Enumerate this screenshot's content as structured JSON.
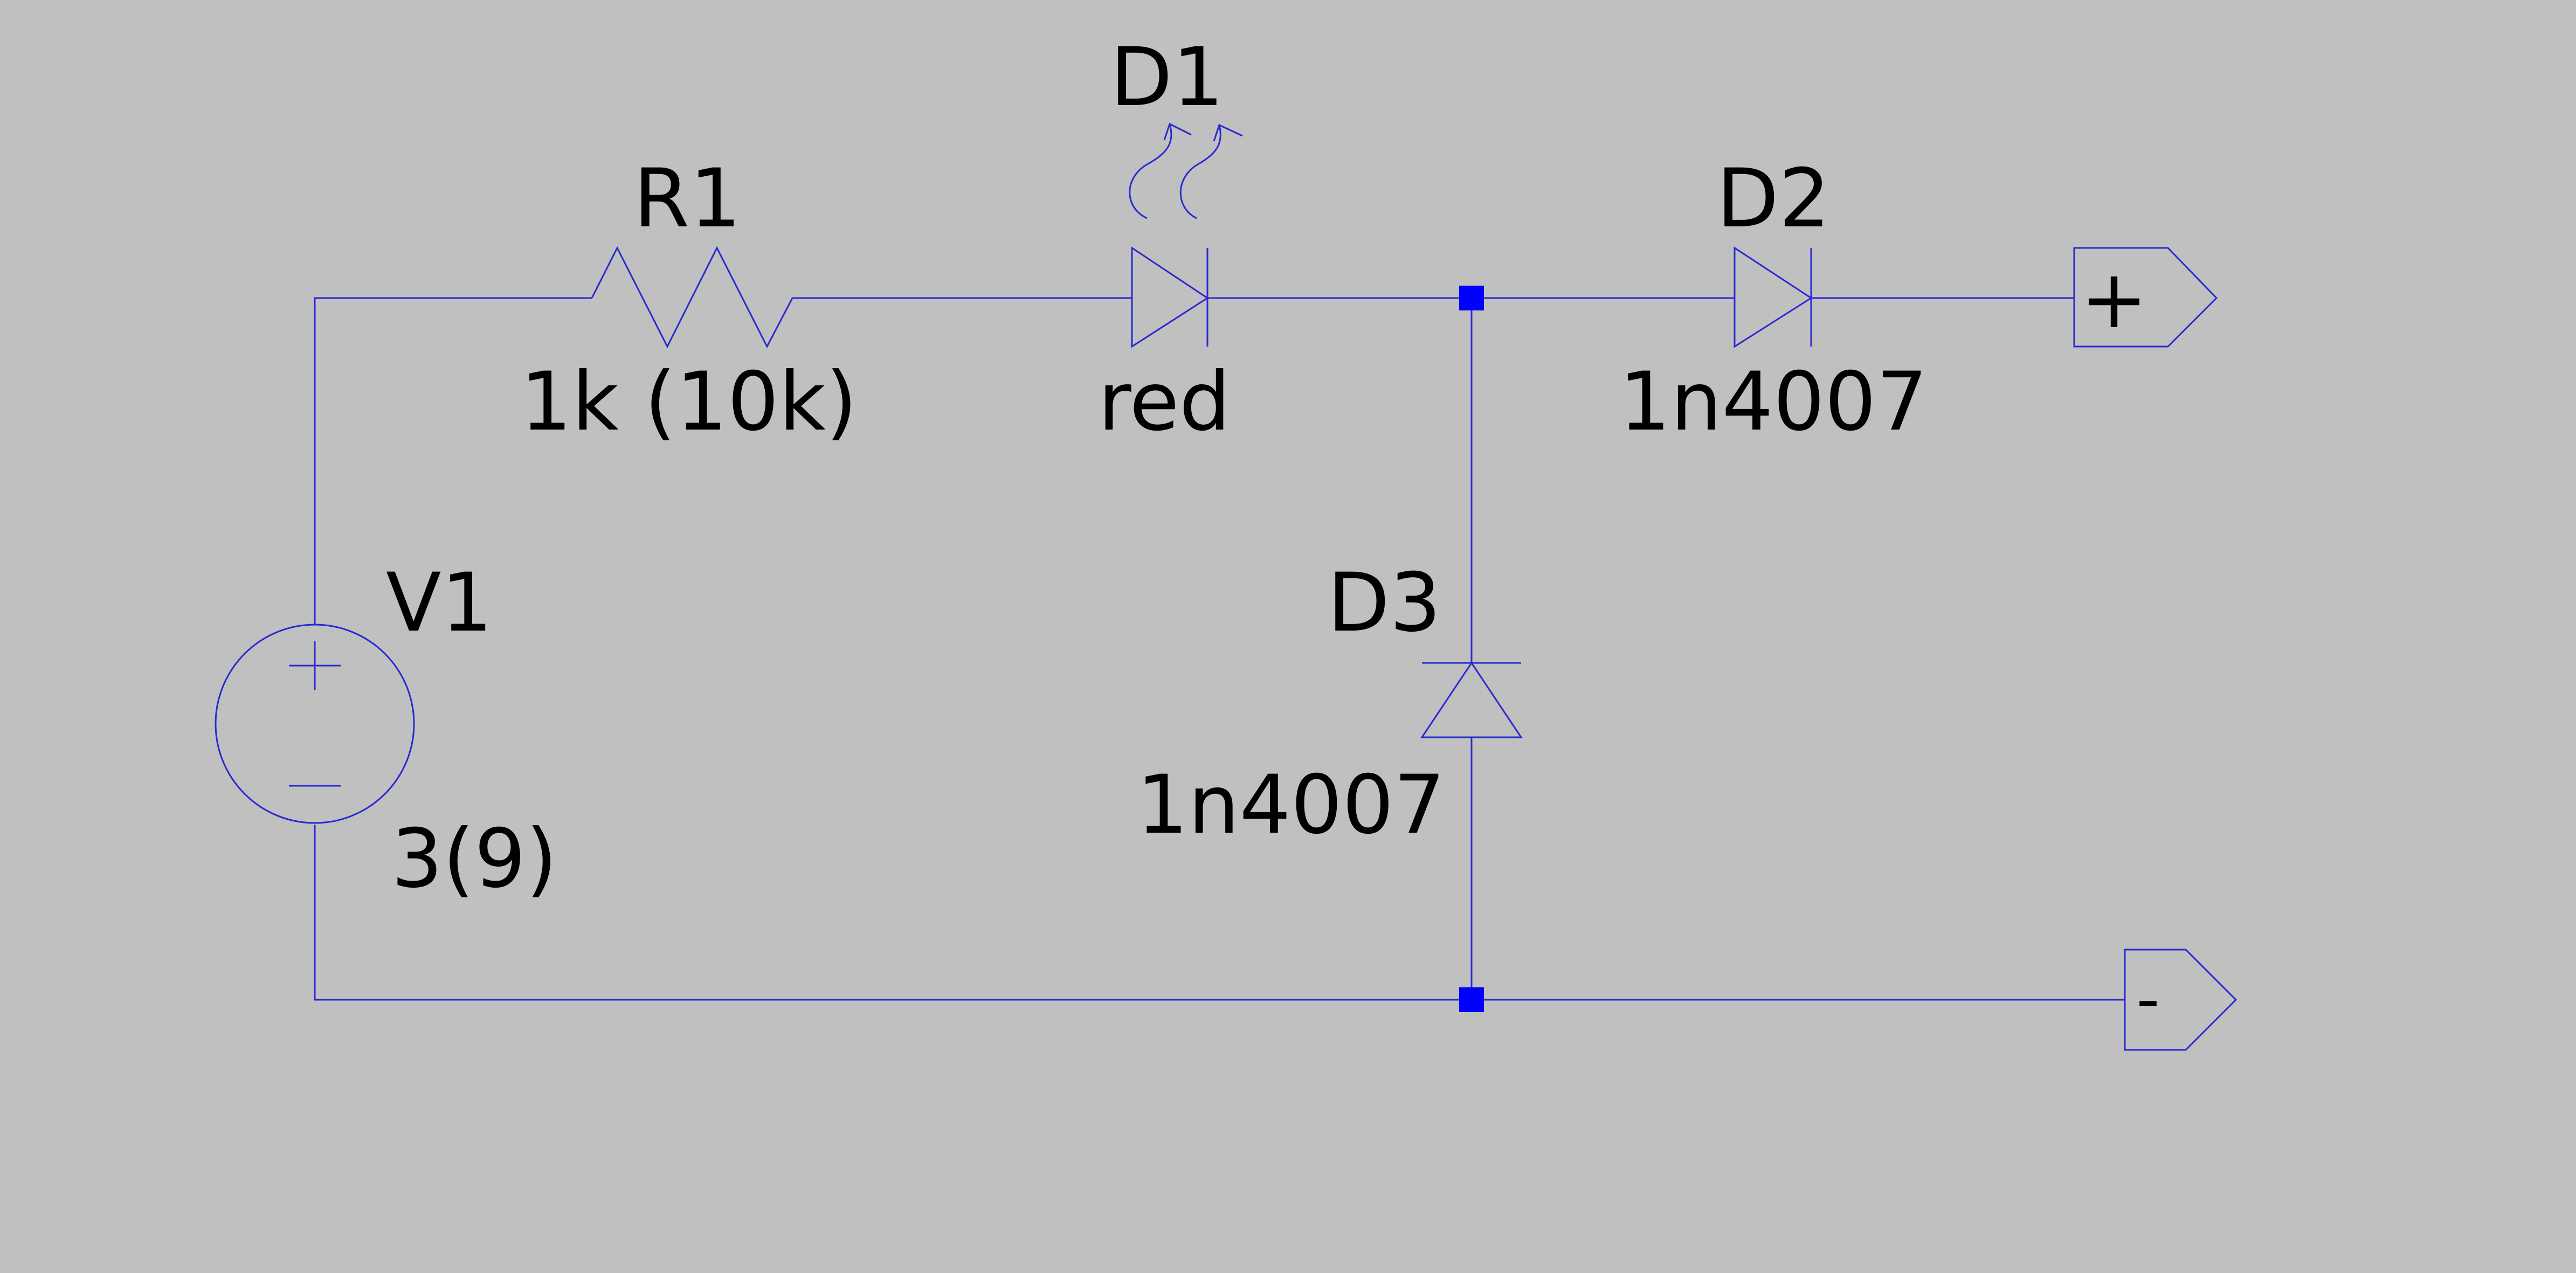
{
  "schematic": {
    "colors": {
      "background": "#c0c0c0",
      "wire": "#2a2ad0",
      "junction": "#0000ff",
      "text": "#000000"
    },
    "components": {
      "r1": {
        "ref": "R1",
        "value": "1k (10k)"
      },
      "d1": {
        "ref": "D1",
        "value": "red"
      },
      "d2": {
        "ref": "D2",
        "value": "1n4007"
      },
      "d3": {
        "ref": "D3",
        "value": "1n4007"
      },
      "v1": {
        "ref": "V1",
        "value": "3(9)"
      }
    },
    "ports": {
      "plus": {
        "label": "+"
      },
      "minus": {
        "label": "-"
      }
    }
  }
}
